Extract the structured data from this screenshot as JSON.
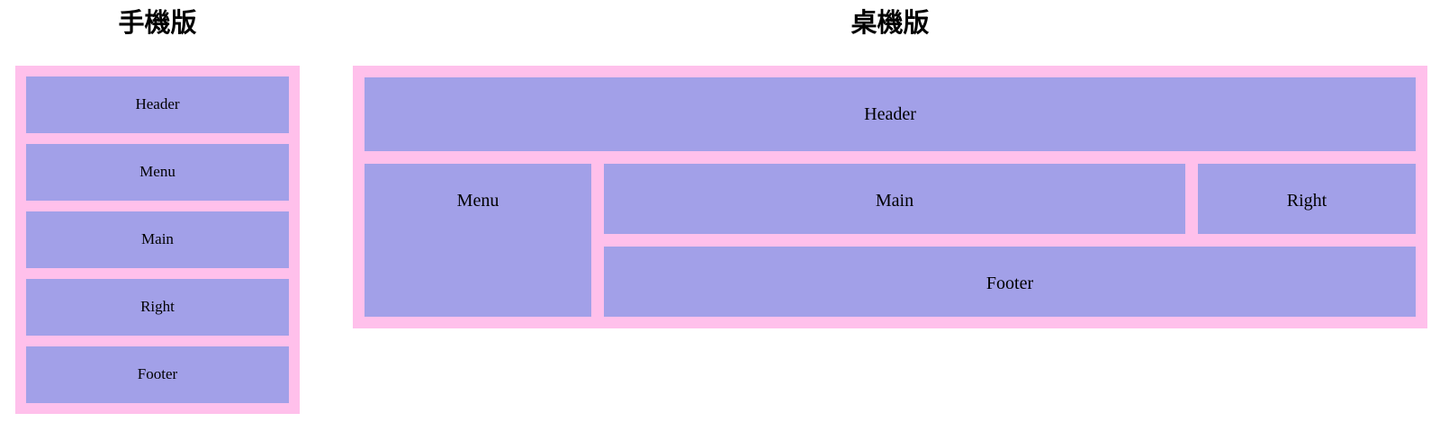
{
  "titles": {
    "mobile": "手機版",
    "desktop": "桌機版"
  },
  "mobile_layout": {
    "boxes": [
      "Header",
      "Menu",
      "Main",
      "Right",
      "Footer"
    ]
  },
  "desktop_layout": {
    "header": "Header",
    "menu": "Menu",
    "main": "Main",
    "right": "Right",
    "footer": "Footer"
  },
  "colors": {
    "container_pink": "#ffc0eb",
    "box_purple": "#a2a0e8",
    "label_text": "#000000",
    "title_text": "#000000",
    "page_background": "#ffffff"
  }
}
